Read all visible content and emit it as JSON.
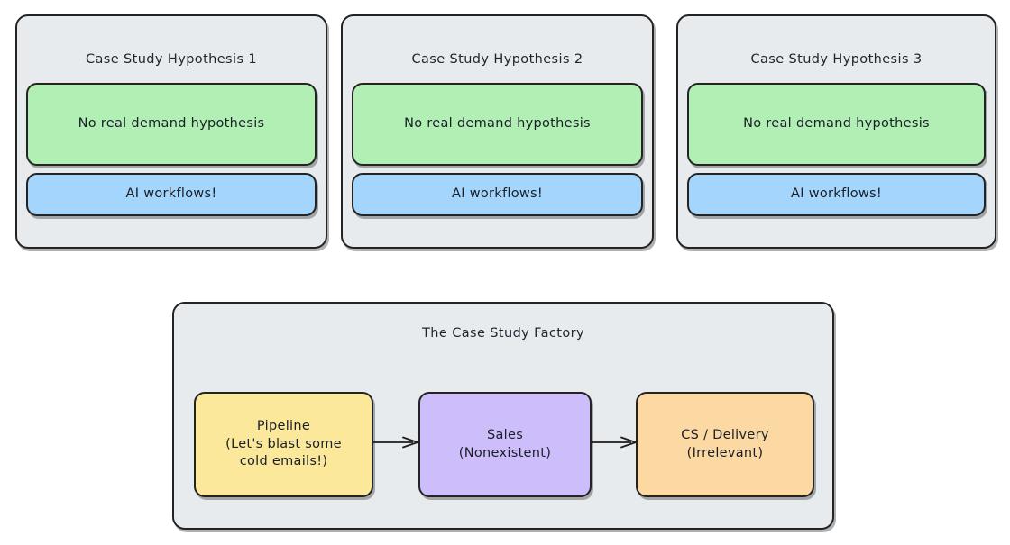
{
  "diagram": {
    "title_visible": false,
    "background": "#ffffff",
    "palette": {
      "group_fill": "#e8ebee",
      "stroke": "#232323",
      "green": "#b2efb4",
      "blue": "#a4d5fd",
      "yellow": "#fbe89a",
      "purple": "#cdbdfb",
      "orange": "#fcd8a3",
      "text": "#1a1f27"
    }
  },
  "hypothesis_panels": [
    {
      "title": "Case Study Hypothesis 1",
      "green_box": "No real demand hypothesis",
      "blue_box": "AI workflows!"
    },
    {
      "title": "Case Study Hypothesis 2",
      "green_box": "No real demand hypothesis",
      "blue_box": "AI workflows!"
    },
    {
      "title": "Case Study Hypothesis 3",
      "green_box": "No real demand hypothesis",
      "blue_box": "AI workflows!"
    }
  ],
  "factory": {
    "title": "The Case Study Factory",
    "nodes": [
      {
        "id": "pipeline",
        "label": "Pipeline\n(Let's blast some\ncold emails!)",
        "color": "#fbe89a"
      },
      {
        "id": "sales",
        "label": "Sales\n(Nonexistent)",
        "color": "#cdbdfb"
      },
      {
        "id": "delivery",
        "label": "CS / Delivery\n(Irrelevant)",
        "color": "#fcd8a3"
      }
    ],
    "edges": [
      {
        "from": "pipeline",
        "to": "sales",
        "label": ""
      },
      {
        "from": "sales",
        "to": "delivery",
        "label": ""
      }
    ]
  }
}
